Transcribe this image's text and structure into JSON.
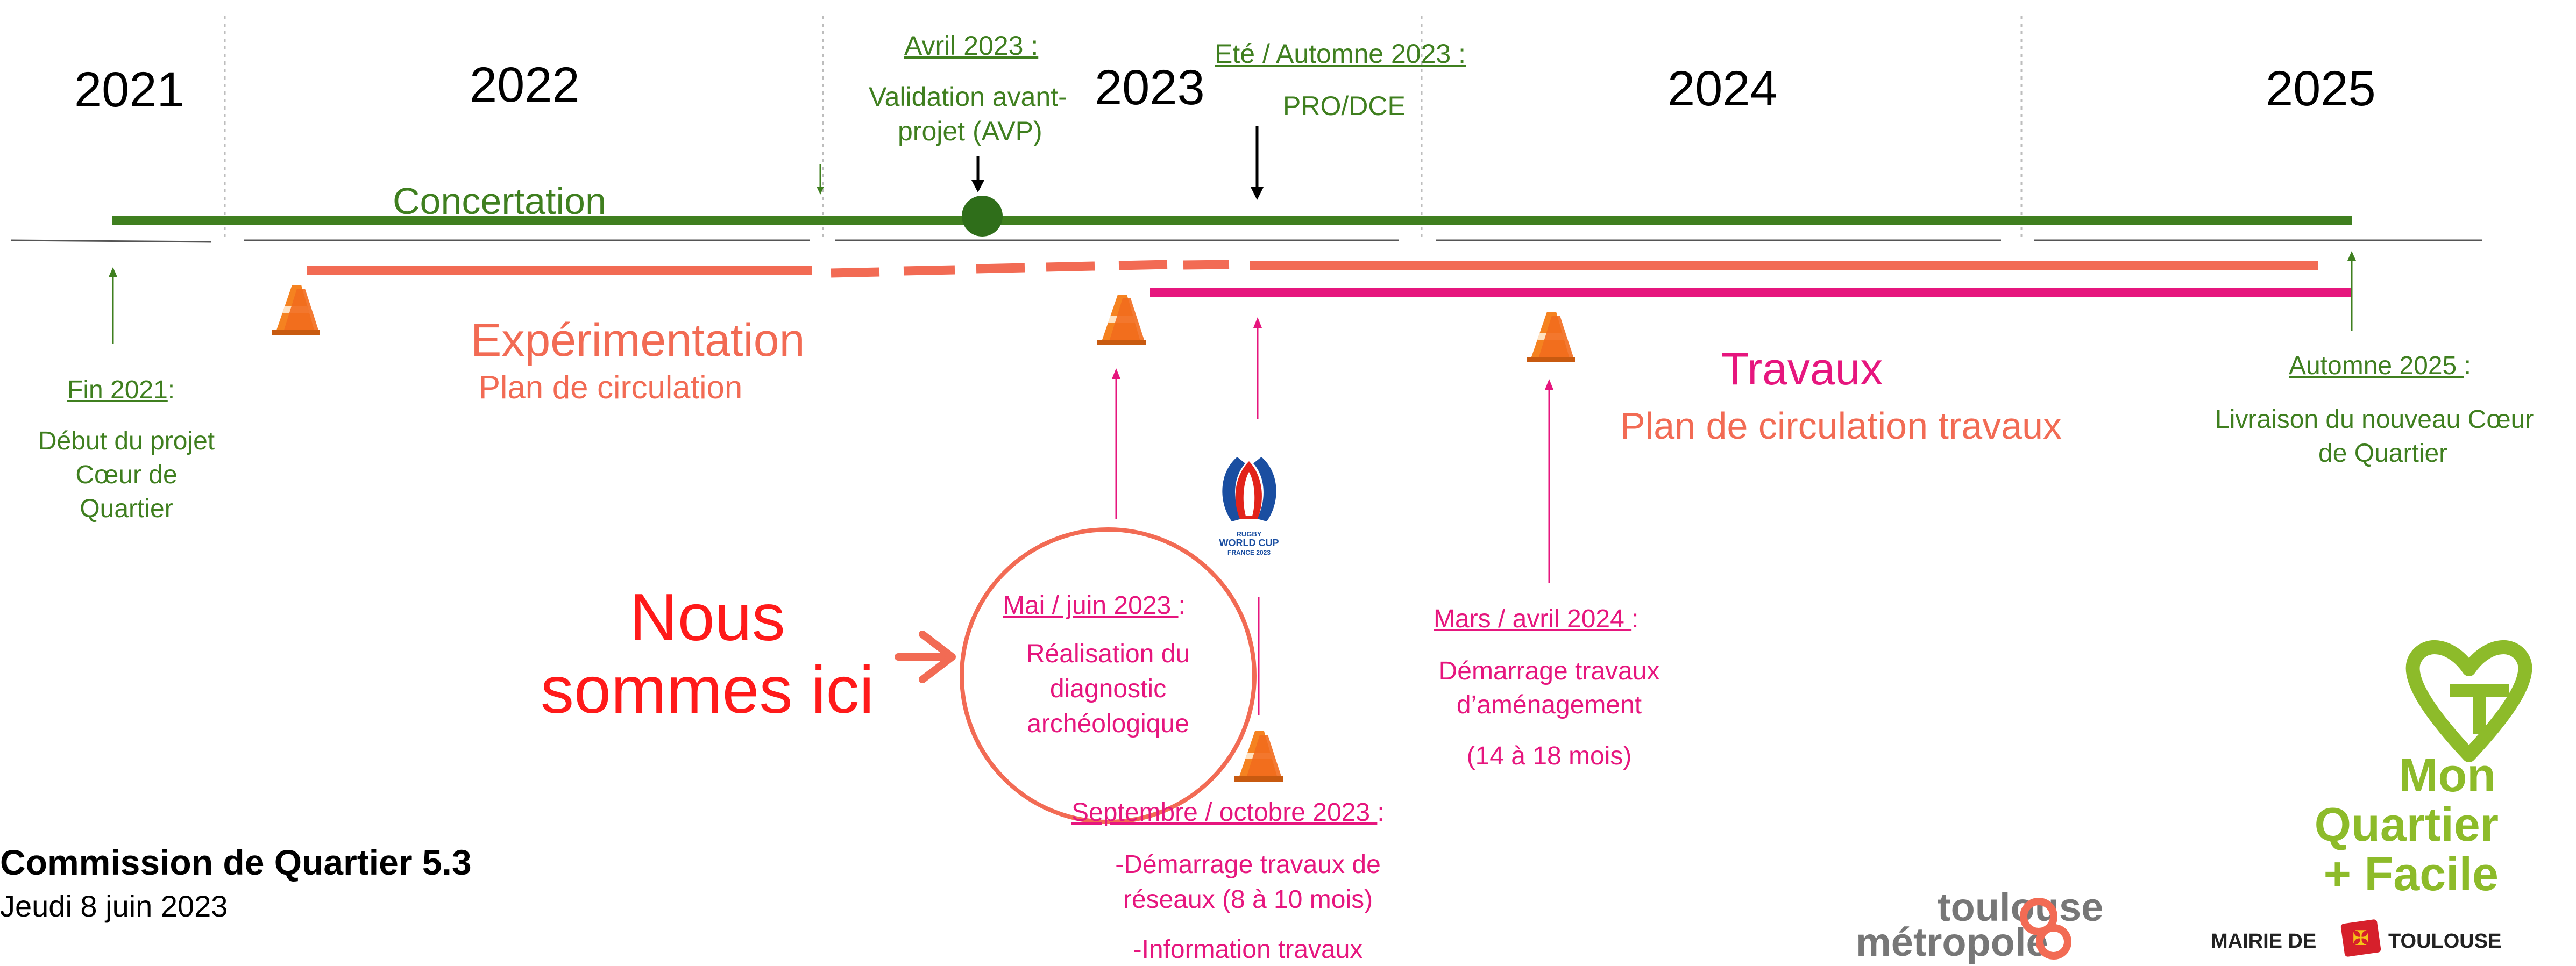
{
  "years": [
    "2021",
    "2022",
    "2023",
    "2024",
    "2025"
  ],
  "milestones": {
    "avril_2023": {
      "date": "Avril 2023 :",
      "line1": "Validation avant-",
      "line2": "projet (AVP)"
    },
    "ete_automne_2023": {
      "date": "Eté / Automne 2023 :",
      "text": "PRO/DCE"
    },
    "fin_2021": {
      "date": "Fin 2021",
      "suffix": ":",
      "line1": "Début du projet",
      "line2": "Cœur de",
      "line3": "Quartier"
    },
    "automne_2025": {
      "date": "Automne 2025 ",
      "suffix": ":",
      "line1": "Livraison du nouveau Cœur",
      "line2": "de Quartier"
    },
    "mai_juin_2023": {
      "date": "Mai / juin  2023 ",
      "suffix": ":",
      "line1": "Réalisation du",
      "line2": "diagnostic",
      "line3": "archéologique"
    },
    "septembre_octobre_2023": {
      "date": "Septembre  / octobre 2023 ",
      "suffix": ":",
      "line1": "-Démarrage travaux de",
      "line2": "réseaux (8 à 10 mois)",
      "line3": "-Information travaux"
    },
    "mars_avril_2024": {
      "date": "Mars / avril 2024 ",
      "suffix": ":",
      "line1": "Démarrage travaux",
      "line2": "d’aménagement",
      "line3": "(14 à 18 mois)"
    }
  },
  "phases": {
    "concertation": "Concertation",
    "experimentation": "Expérimentation",
    "experimentation_sub": "Plan de circulation",
    "travaux": "Travaux",
    "travaux_sub": "Plan de circulation travaux"
  },
  "nous_sommes_ici": {
    "line1": "Nous",
    "line2": "sommes ici"
  },
  "footer": {
    "title": "Commission de Quartier 5.3",
    "date": "Jeudi 8 juin 2023"
  },
  "logos": {
    "toulouse_metropole": {
      "line1": "toulouse",
      "line2": "métropole"
    },
    "mon_quartier": {
      "line1": "Mon",
      "line2": "Quartier",
      "line3": "+ Facile"
    },
    "mairie": {
      "left": "MAIRIE DE",
      "right": "TOULOUSE"
    },
    "rugby": {
      "line1": "RUGBY",
      "line2": "WORLD CUP",
      "line3": "FRANCE 2023"
    }
  },
  "colors": {
    "green": "#3f7f1f",
    "salmon": "#f26b54",
    "pink": "#e6167e",
    "lime": "#8dbb2a",
    "red_text": "#ff1a1a"
  }
}
